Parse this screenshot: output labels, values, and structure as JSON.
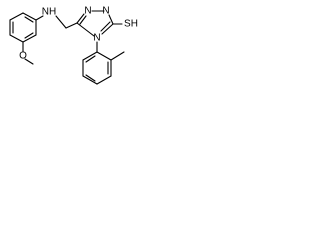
{
  "molecule": {
    "atoms": {
      "amine_nh": "NH",
      "methoxy_o": "O",
      "triazole_n_top": "N",
      "triazole_n_right": "N",
      "triazole_n4": "N",
      "thiol_sh": "SH"
    },
    "colors": {
      "bond": "#000000",
      "label": "#000000",
      "background": "#ffffff"
    }
  }
}
